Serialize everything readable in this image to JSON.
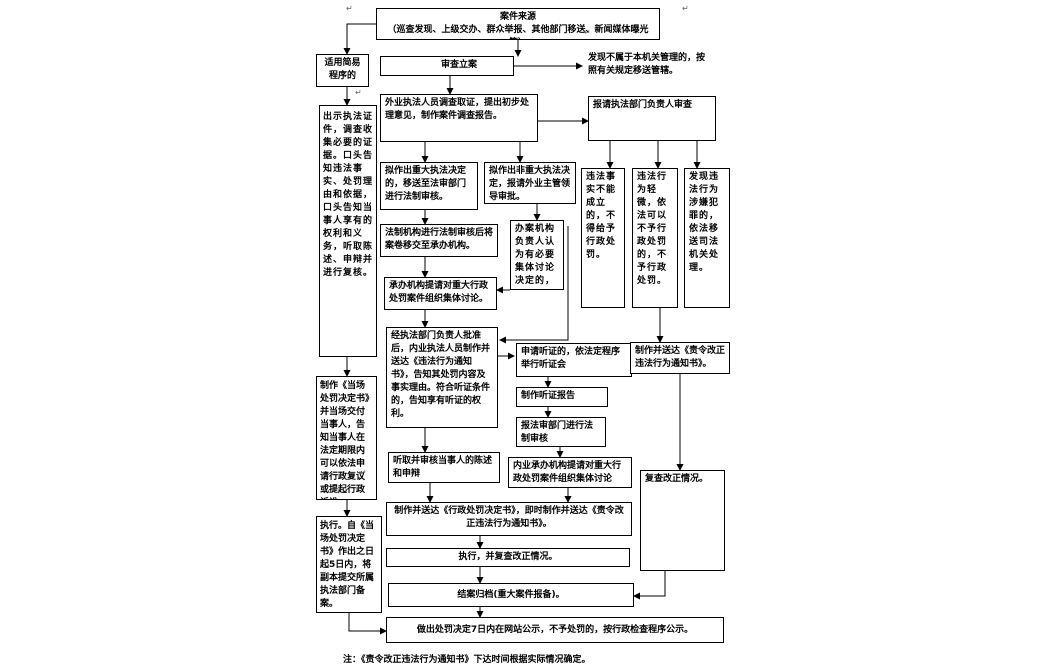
{
  "source_box": {
    "title": "案件来源",
    "subtitle": "（巡查发现、上级交办、群众举报、其他部门移送、新闻媒体曝光等）"
  },
  "simple_procedure": "适用简易程序的",
  "filing": "审查立案",
  "not_in_scope": "发现不属于本机关管理的，按照有关规定移送管辖。",
  "investigation": "外业执法人员调查取证，提出初步处理意见，制作案件调查报告。",
  "dept_head_review": "报请执法部门负责人审查",
  "show_cert": "出示执法证件，调查收集必要的证据。口头告知违法事实、处罚理由和依据，口头告知当事人享有的权利和义务，听取陈述、申辩并进行复核。",
  "major_decision": "拟作出重大执法决定的，移送至法审部门进行法制审核。",
  "nonmajor_decision": "拟作出非重大执法决定，报请外业主管领导审批。",
  "no_violation": "违法事实不能成立的，不得给予行政处罚。",
  "minor_violation": "违法行为轻微，依法可以不予行政处罚的，不予行政处罚。",
  "crime_suspected": "发现违法行为涉嫌犯罪的，依法移送司法机关处理。",
  "legal_review": "法制机构进行法制审核后将案卷移交至承办机构。",
  "case_staff_head": "办案机构负责人认为有必要集体讨论决定的，",
  "collective_discussion": "承办机构提请对重大行政处罚案件组织集体讨论。",
  "approval_notice": "经执法部门负责人批准后，内业执法人员制作并送达《违法行为通知书》，告知其处罚内容及事实理由。符合听证条件的，告知享有听证的权利。",
  "hearing_request": "申请听证的，依法定程序举行听证会",
  "hearing_report": "制作听证报告",
  "submit_legal": "报法审部门进行法制审核",
  "hear_defense": "听取并审核当事人的陈述和申辩",
  "internal_discussion": "内业承办机构提请对重大行政处罚案件组织集体讨论",
  "onsite_decision": "制作《当场处罚决定书》并当场交付当事人，告知当事人在法定期限内可以依法申请行政复议或提起行政诉讼。",
  "make_decision": "制作并送达《行政处罚决定书》，即时制作并送达《责令改正违法行为通知书》。",
  "correction_notice": "制作并送达《责令改正违法行为通知书》。",
  "execute_onsite": "执行。自《当场处罚决定书》作出之日起5日内，将副本提交所属执法部门备案。",
  "execute_review": "执行，并复查改正情况。",
  "review_correction": "复查改正情况。",
  "close_case": "结案归档(重大案件报备)。",
  "publicity": "做出处罚决定7日内在网站公示，不予处罚的，按行政检查程序公示。",
  "footnote": "注：《责令改正违法行为通知书》下达时间根据实际情况确定。",
  "paragraph_mark": "↵"
}
